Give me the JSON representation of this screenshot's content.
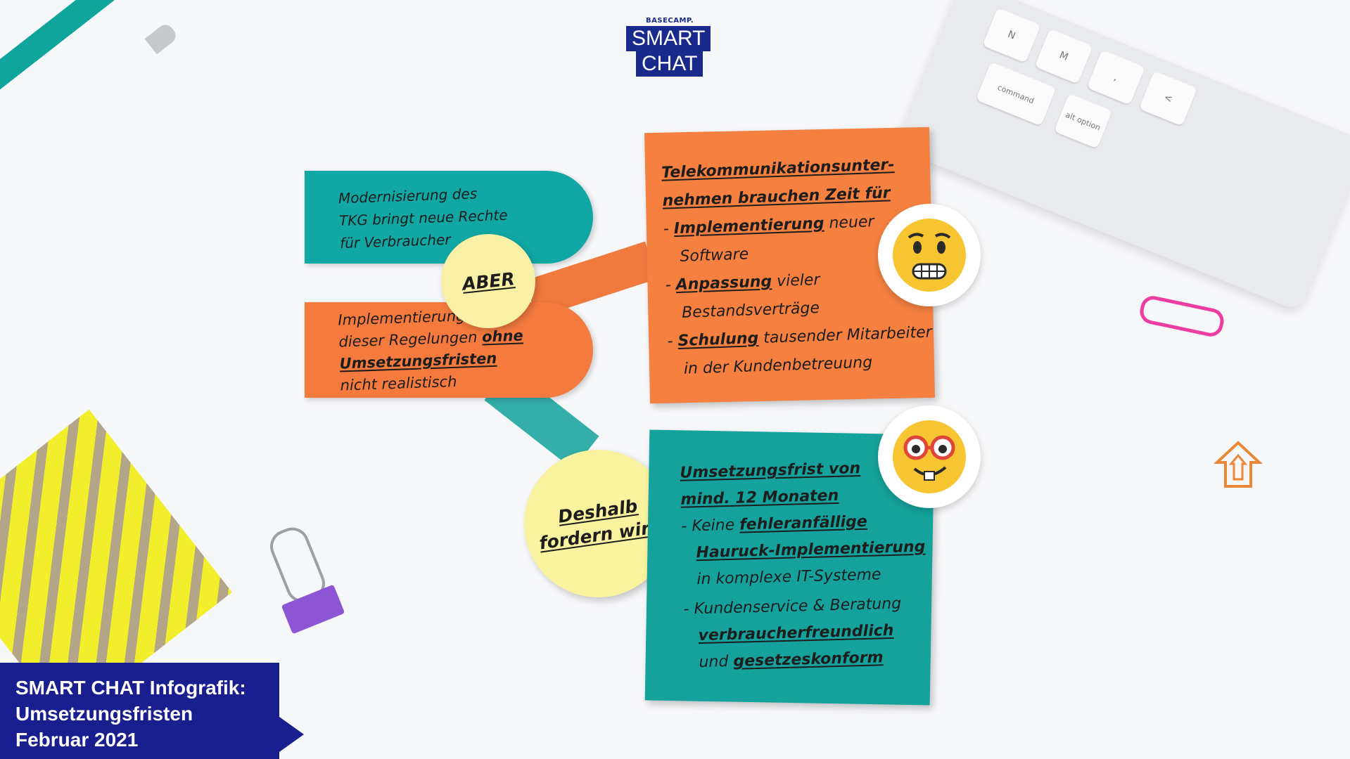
{
  "logo": {
    "top": "BASECAMP.",
    "line1": "SMART",
    "line2": "CHAT"
  },
  "notes": {
    "teal_top": {
      "line1": "Modernisierung des",
      "line2": "TKG bringt neue Rechte",
      "line3": "für Verbraucher"
    },
    "aber": "ABER",
    "orange_left": {
      "line1": "Implementierung",
      "line2_pre": "dieser Regelungen ",
      "line2_bold": "ohne",
      "line3_bold": "Umsetzungsfristen",
      "line4": "nicht realistisch"
    },
    "orange_right": {
      "title1": "Telekommunikationsunter-",
      "title2": "nehmen brauchen Zeit für",
      "items": [
        {
          "dash": "- ",
          "bold": "Implementierung",
          "rest": " neuer",
          "line2": "Software"
        },
        {
          "dash": "- ",
          "bold": "Anpassung",
          "rest": " vieler",
          "line2": "Bestandsverträge"
        },
        {
          "dash": "- ",
          "bold": "Schulung",
          "rest": " tausender Mitarbeiter",
          "line2": "in der Kundenbetreuung"
        }
      ]
    },
    "deshalb": {
      "line1": "Deshalb",
      "line2": "fordern wir:"
    },
    "teal_bottom": {
      "title1": "Umsetzungsfrist von",
      "title2": "mind. 12 Monaten",
      "item1": {
        "pre": "- Keine ",
        "bold1": "fehleranfällige",
        "bold2": "Hauruck-Implementierung",
        "rest": "in komplexe IT-Systeme"
      },
      "item2": {
        "pre": "- Kundenservice & Beratung",
        "bold1": "verbraucherfreundlich",
        "mid": "und ",
        "bold2": "gesetzeskonform"
      }
    }
  },
  "emojis": {
    "worried": "grimacing-face-icon",
    "nerd": "nerd-face-icon"
  },
  "keyboard": {
    "keys": [
      "N",
      "M",
      ",",
      "<",
      "command",
      "alt option"
    ]
  },
  "caption": {
    "line1": "SMART CHAT Infografik:",
    "line2": "Umsetzungsfristen",
    "line3": "Februar 2021"
  }
}
